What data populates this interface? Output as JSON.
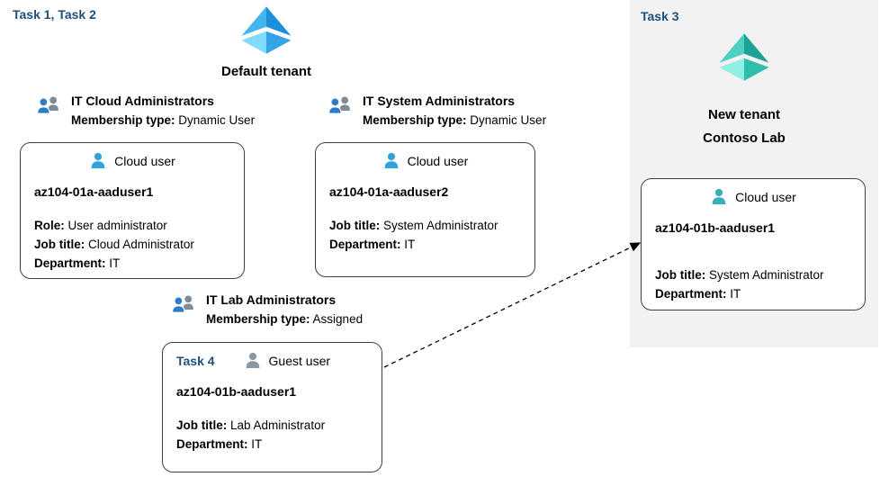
{
  "default_tenant": {
    "task_label": "Task 1, Task 2",
    "title": "Default tenant",
    "groups": [
      {
        "name": "IT Cloud Administrators",
        "membership_label": "Membership type:",
        "membership_value": "Dynamic User"
      },
      {
        "name": "IT System Administrators",
        "membership_label": "Membership type:",
        "membership_value": "Dynamic User"
      },
      {
        "name": "IT Lab Administrators",
        "membership_label": "Membership type:",
        "membership_value": "Assigned"
      }
    ],
    "cards": [
      {
        "user_type": "Cloud user",
        "username": "az104-01a-aaduser1",
        "fields": [
          {
            "label": "Role:",
            "value": "User administrator"
          },
          {
            "label": "Job title:",
            "value": "Cloud Administrator"
          },
          {
            "label": "Department:",
            "value": "IT"
          }
        ]
      },
      {
        "user_type": "Cloud user",
        "username": "az104-01a-aaduser2",
        "fields": [
          {
            "label": "Job title:",
            "value": "System Administrator"
          },
          {
            "label": "Department:",
            "value": "IT"
          }
        ]
      },
      {
        "task_label": "Task 4",
        "user_type": "Guest user",
        "username": "az104-01b-aaduser1",
        "fields": [
          {
            "label": "Job title:",
            "value": "Lab Administrator"
          },
          {
            "label": "Department:",
            "value": "IT"
          }
        ]
      }
    ]
  },
  "new_tenant": {
    "task_label": "Task 3",
    "title_line1": "New tenant",
    "title_line2": "Contoso Lab",
    "card": {
      "user_type": "Cloud user",
      "username": "az104-01b-aaduser1",
      "fields": [
        {
          "label": "Job title:",
          "value": "System Administrator"
        },
        {
          "label": "Department:",
          "value": "IT"
        }
      ]
    }
  },
  "colors": {
    "task_label": "#1F4E79",
    "panel_background": "#F2F2F2",
    "azure_blue": "#2EA3DC",
    "guest_gray": "#8A97A2",
    "tenant_teal": "#38AFBF"
  }
}
